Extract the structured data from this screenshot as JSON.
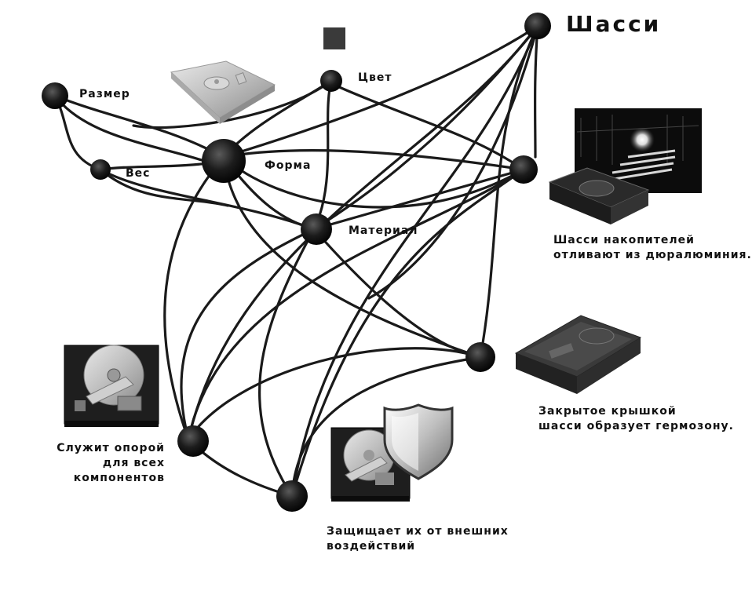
{
  "nodes": {
    "chassis": "Шасси",
    "color": "Цвет",
    "size": "Размер",
    "weight": "Вес",
    "shape": "Форма",
    "material": "Материал"
  },
  "captions": {
    "cast": "Шасси накопителей\nотливают из дюралюминия.",
    "sealed": "Закрытое крышкой\nшасси образует гермозону.",
    "support": "Служит опорой\nдля всех компонентов",
    "protect": "Защищает их от внешних\nвоздействий"
  },
  "colors": {
    "line": "#1a1a1a",
    "node": "#111111",
    "swatch": "#3a3a3a"
  }
}
